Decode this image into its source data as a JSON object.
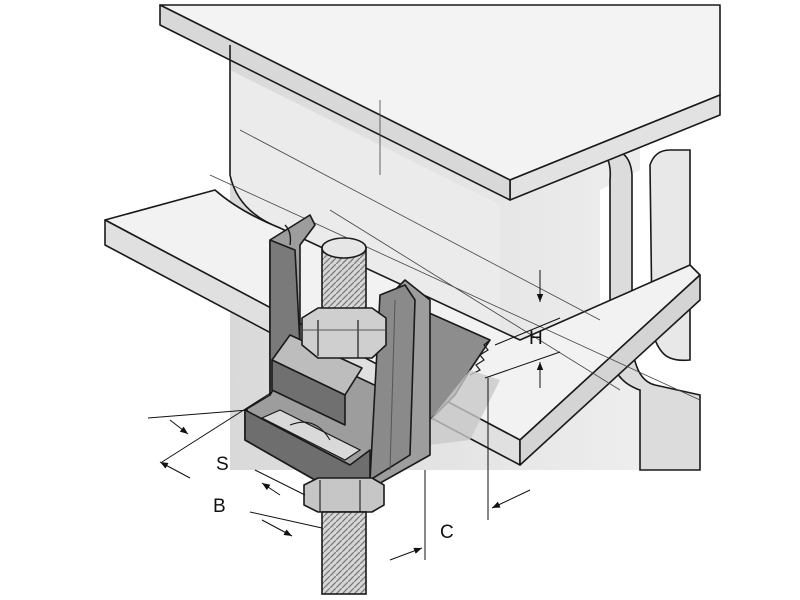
{
  "dimensions": {
    "s": "S",
    "b": "B",
    "h": "H",
    "c": "C"
  },
  "colors": {
    "beam_top": "#f4f4f4",
    "beam_side": "#e4e4e4",
    "beam_shadow": "#cfcfcf",
    "clamp_dark": "#6f6f6f",
    "clamp_mid": "#9a9a9a",
    "clamp_light": "#c4c4c4",
    "rod": "#d8d8d8",
    "outline": "#1a1a1a"
  }
}
